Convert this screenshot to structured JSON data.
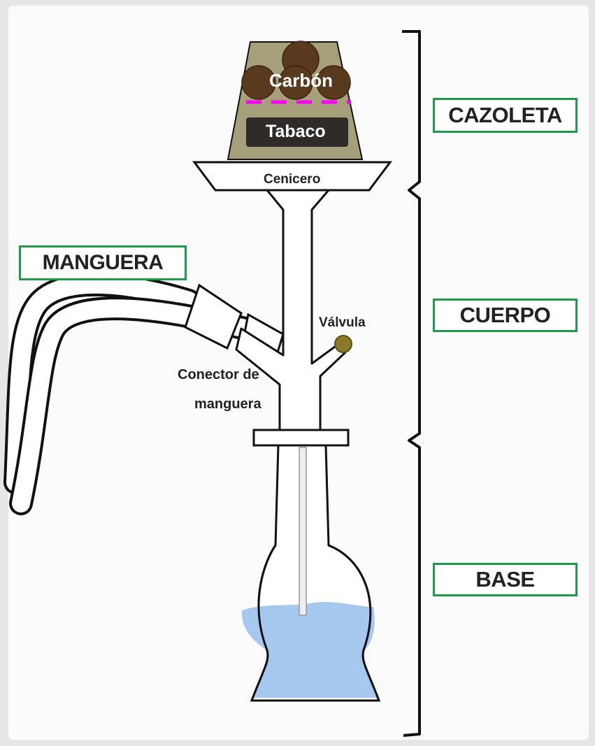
{
  "diagram": {
    "section_labels": {
      "cazoleta": "CAZOLETA",
      "cuerpo": "CUERPO",
      "base": "BASE",
      "manguera": "MANGUERA"
    },
    "part_labels": {
      "carbon": "Carbón",
      "tabaco": "Tabaco",
      "cenicero": "Cenicero",
      "valvula": "Válvula",
      "conector_line1": "Conector de",
      "conector_line2": "manguera"
    },
    "colors": {
      "box_border": "#1f9a4a",
      "coal": "#5a3a1e",
      "bowl": "#a6a07a",
      "tobacco": "#2e2b29",
      "screen_dash": "#ff00ff",
      "water": "#a6c8ef",
      "valve": "#8a7a2a"
    }
  }
}
